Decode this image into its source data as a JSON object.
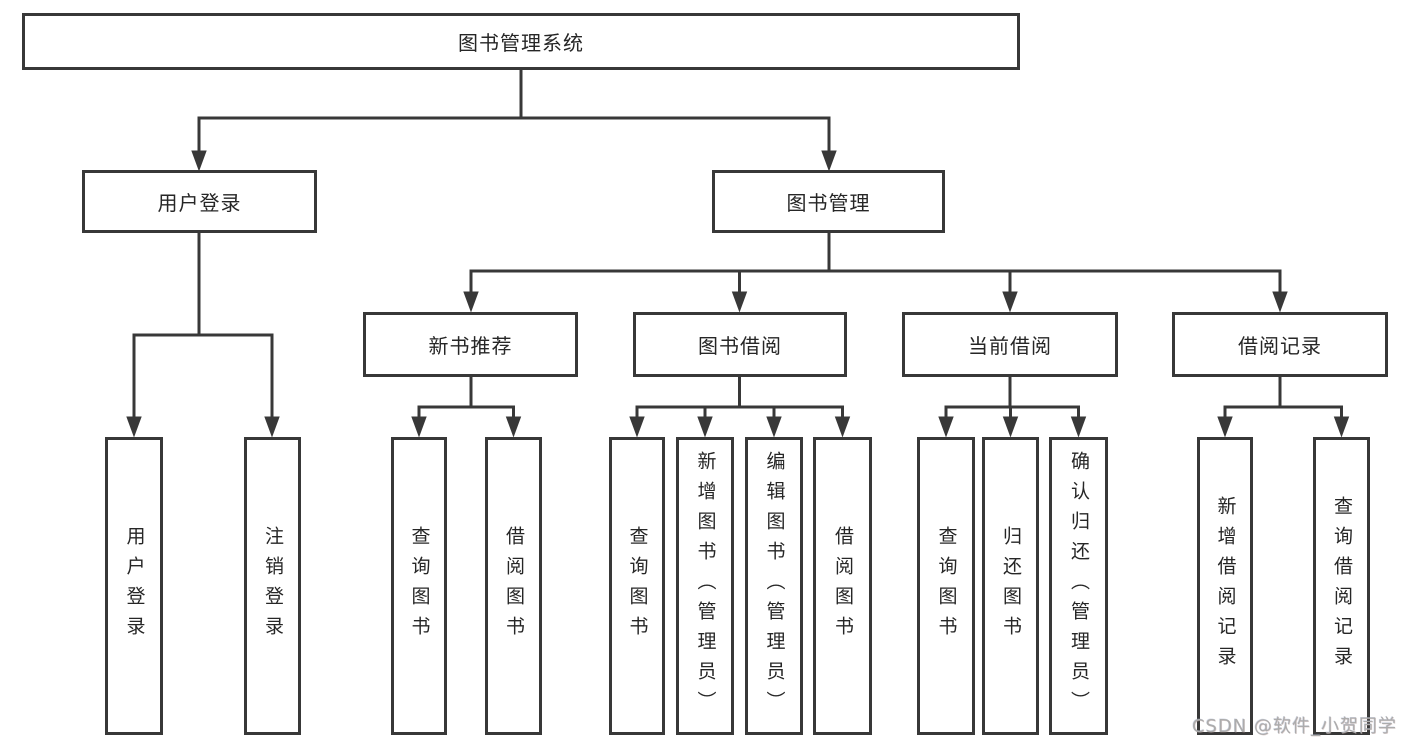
{
  "diagram": {
    "type": "tree",
    "watermark": "CSDN @软件_小贺同学",
    "colors": {
      "background": "#ffffff",
      "box_border": "#383838",
      "connector_line": "#383838",
      "text": "#262626",
      "watermark_text": "#acacac"
    },
    "nodes": {
      "root": {
        "label": "图书管理系统"
      },
      "level2": [
        {
          "label": "用户登录",
          "parent": "图书管理系统"
        },
        {
          "label": "图书管理",
          "parent": "图书管理系统"
        }
      ],
      "level3": [
        {
          "label": "新书推荐",
          "parent": "图书管理"
        },
        {
          "label": "图书借阅",
          "parent": "图书管理"
        },
        {
          "label": "当前借阅",
          "parent": "图书管理"
        },
        {
          "label": "借阅记录",
          "parent": "图书管理"
        }
      ],
      "leaves": [
        {
          "label": "用户登录",
          "parent": "用户登录"
        },
        {
          "label": "注销登录",
          "parent": "用户登录"
        },
        {
          "label": "查询图书",
          "parent": "新书推荐"
        },
        {
          "label": "借阅图书",
          "parent": "新书推荐"
        },
        {
          "label": "查询图书",
          "parent": "图书借阅"
        },
        {
          "label": "新增图书（管理员）",
          "parent": "图书借阅"
        },
        {
          "label": "编辑图书（管理员）",
          "parent": "图书借阅"
        },
        {
          "label": "借阅图书",
          "parent": "图书借阅"
        },
        {
          "label": "查询图书",
          "parent": "当前借阅"
        },
        {
          "label": "归还图书",
          "parent": "当前借阅"
        },
        {
          "label": "确认归还（管理员）",
          "parent": "当前借阅"
        },
        {
          "label": "新增借阅记录",
          "parent": "借阅记录"
        },
        {
          "label": "查询借阅记录",
          "parent": "借阅记录"
        }
      ]
    }
  }
}
